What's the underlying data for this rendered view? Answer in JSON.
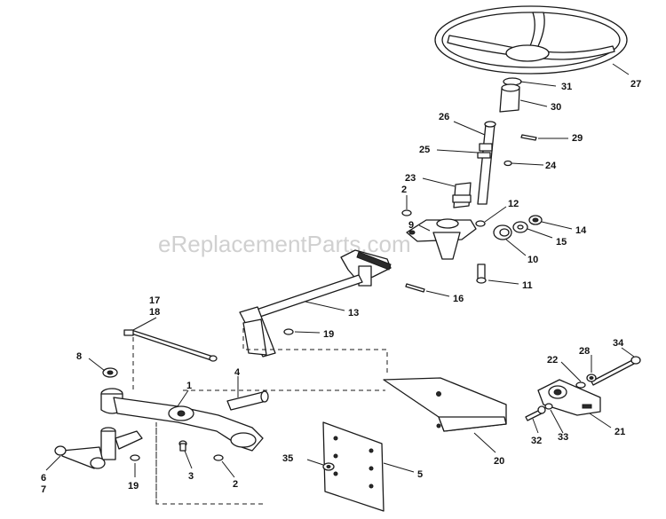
{
  "watermark": "eReplacementParts.com",
  "callouts": [
    {
      "id": "c1",
      "text": "1"
    },
    {
      "id": "c2a",
      "text": "2"
    },
    {
      "id": "c2b",
      "text": "2"
    },
    {
      "id": "c3",
      "text": "3"
    },
    {
      "id": "c4",
      "text": "4"
    },
    {
      "id": "c5",
      "text": "5"
    },
    {
      "id": "c6",
      "text": "6"
    },
    {
      "id": "c7",
      "text": "7"
    },
    {
      "id": "c8",
      "text": "8"
    },
    {
      "id": "c9",
      "text": "9"
    },
    {
      "id": "c10",
      "text": "10"
    },
    {
      "id": "c11",
      "text": "11"
    },
    {
      "id": "c12",
      "text": "12"
    },
    {
      "id": "c13",
      "text": "13"
    },
    {
      "id": "c14",
      "text": "14"
    },
    {
      "id": "c15",
      "text": "15"
    },
    {
      "id": "c16",
      "text": "16"
    },
    {
      "id": "c17",
      "text": "17"
    },
    {
      "id": "c18",
      "text": "18"
    },
    {
      "id": "c19a",
      "text": "19"
    },
    {
      "id": "c19b",
      "text": "19"
    },
    {
      "id": "c20",
      "text": "20"
    },
    {
      "id": "c21",
      "text": "21"
    },
    {
      "id": "c22",
      "text": "22"
    },
    {
      "id": "c23",
      "text": "23"
    },
    {
      "id": "c24",
      "text": "24"
    },
    {
      "id": "c25",
      "text": "25"
    },
    {
      "id": "c26",
      "text": "26"
    },
    {
      "id": "c27",
      "text": "27"
    },
    {
      "id": "c28",
      "text": "28"
    },
    {
      "id": "c29",
      "text": "29"
    },
    {
      "id": "c30",
      "text": "30"
    },
    {
      "id": "c31",
      "text": "31"
    },
    {
      "id": "c32",
      "text": "32"
    },
    {
      "id": "c33",
      "text": "33"
    },
    {
      "id": "c34",
      "text": "34"
    },
    {
      "id": "c35",
      "text": "35"
    }
  ]
}
